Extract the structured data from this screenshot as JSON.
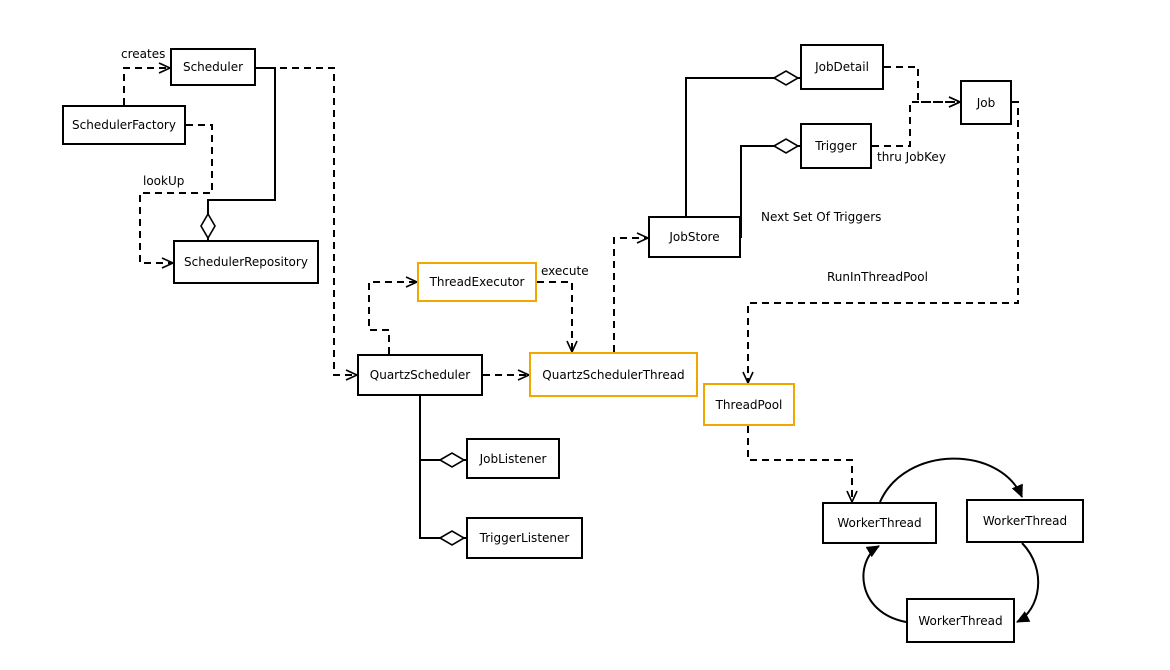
{
  "diagram": {
    "nodes": [
      {
        "id": "scheduler",
        "label": "Scheduler",
        "highlight": false
      },
      {
        "id": "scheduler_factory",
        "label": "SchedulerFactory",
        "highlight": false
      },
      {
        "id": "scheduler_repository",
        "label": "SchedulerRepository",
        "highlight": false
      },
      {
        "id": "thread_executor",
        "label": "ThreadExecutor",
        "highlight": true
      },
      {
        "id": "quartz_scheduler",
        "label": "QuartzScheduler",
        "highlight": false
      },
      {
        "id": "quartz_scheduler_thread",
        "label": "QuartzSchedulerThread",
        "highlight": true
      },
      {
        "id": "job_listener",
        "label": "JobListener",
        "highlight": false
      },
      {
        "id": "trigger_listener",
        "label": "TriggerListener",
        "highlight": false
      },
      {
        "id": "job_store",
        "label": "JobStore",
        "highlight": false
      },
      {
        "id": "job_detail",
        "label": "JobDetail",
        "highlight": false
      },
      {
        "id": "trigger",
        "label": "Trigger",
        "highlight": false
      },
      {
        "id": "job",
        "label": "Job",
        "highlight": false
      },
      {
        "id": "thread_pool",
        "label": "ThreadPool",
        "highlight": true
      },
      {
        "id": "worker_thread_1",
        "label": "WorkerThread",
        "highlight": false
      },
      {
        "id": "worker_thread_2",
        "label": "WorkerThread",
        "highlight": false
      },
      {
        "id": "worker_thread_3",
        "label": "WorkerThread",
        "highlight": false
      }
    ],
    "edge_labels": {
      "creates": "creates",
      "lookup": "lookUp",
      "execute": "execute",
      "next_triggers": "Next Set Of Triggers",
      "thru_jobkey": "thru JobKey",
      "run_in_pool": "RunInThreadPool"
    },
    "colors": {
      "highlight": "#f0a800",
      "line": "#000000"
    }
  }
}
